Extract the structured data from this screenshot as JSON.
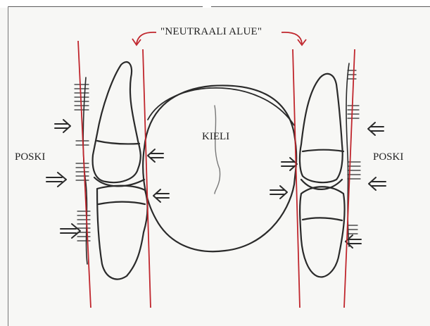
{
  "labels": {
    "title": "\"NEUTRAALI ALUE\"",
    "tongue": "KIELI",
    "cheek_left": "POSKI",
    "cheek_right": "POSKI"
  },
  "colors": {
    "guide_line": "#c0262d",
    "ink": "#2a2a2a",
    "background": "#f7f7f5"
  },
  "icons": [
    "force-arrow-icon",
    "curved-arrow-icon"
  ]
}
